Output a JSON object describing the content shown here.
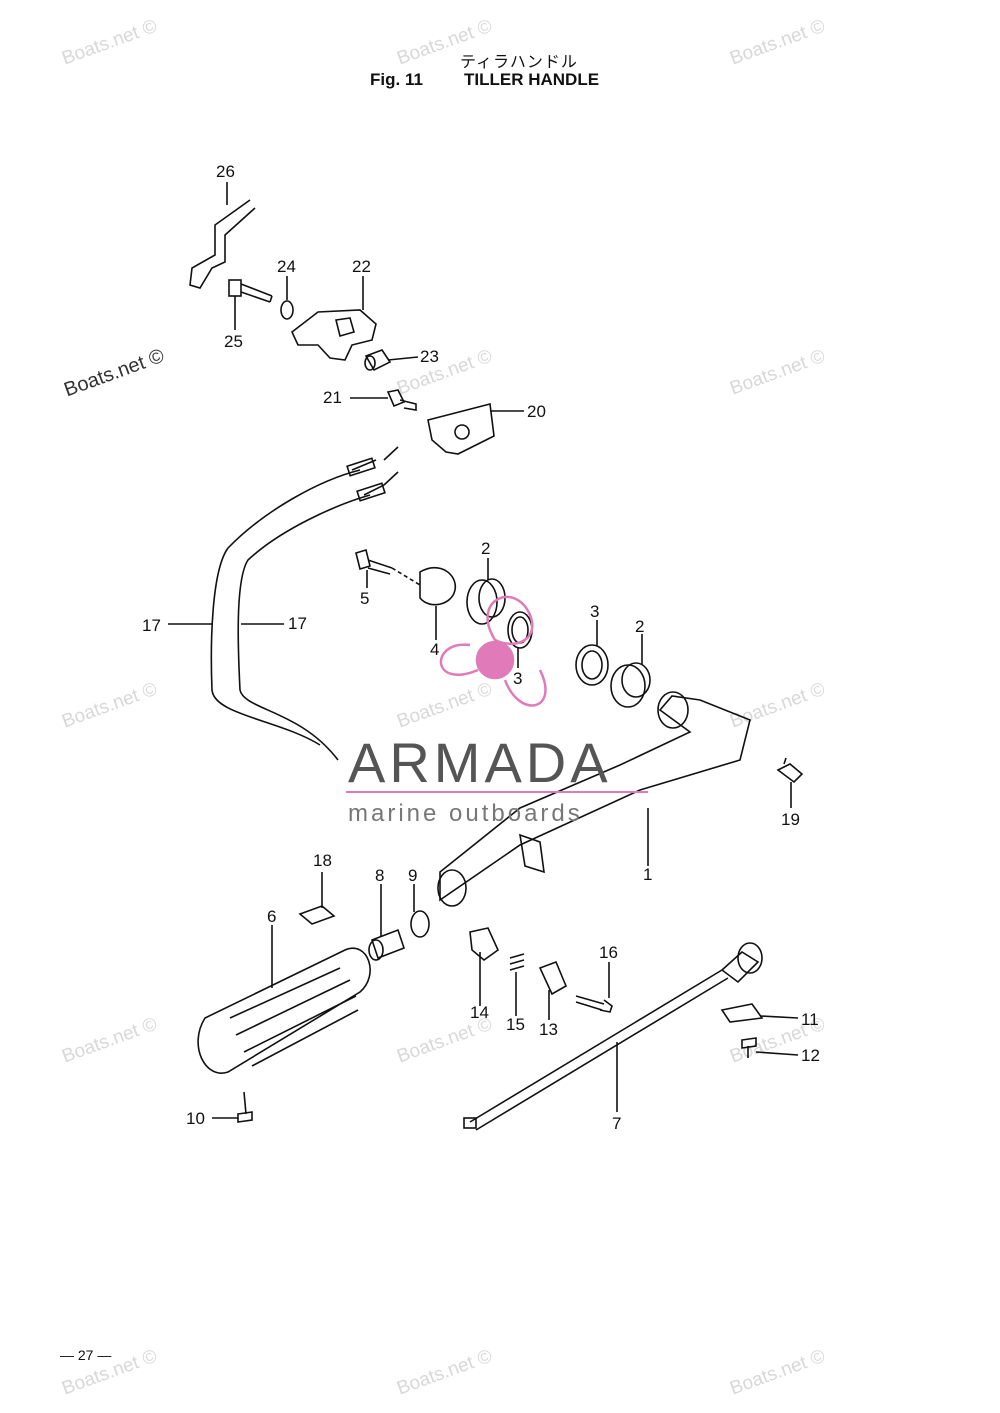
{
  "header": {
    "title_jp": "ティラハンドル",
    "fig_label": "Fig. 11",
    "title": "TILLER HANDLE"
  },
  "watermarks": {
    "text": "Boats.net ©"
  },
  "logo": {
    "name": "ARMADA",
    "tagline": "marine outboards",
    "colors": {
      "pink": "#e07ab8",
      "gray": "#555555"
    }
  },
  "callouts": [
    "26",
    "24",
    "22",
    "25",
    "23",
    "21",
    "20",
    "2",
    "5",
    "4",
    "3",
    "3",
    "2",
    "17",
    "17",
    "1",
    "19",
    "18",
    "8",
    "9",
    "6",
    "16",
    "14",
    "15",
    "13",
    "11",
    "12",
    "10",
    "7"
  ],
  "page_number": "— 27 —"
}
